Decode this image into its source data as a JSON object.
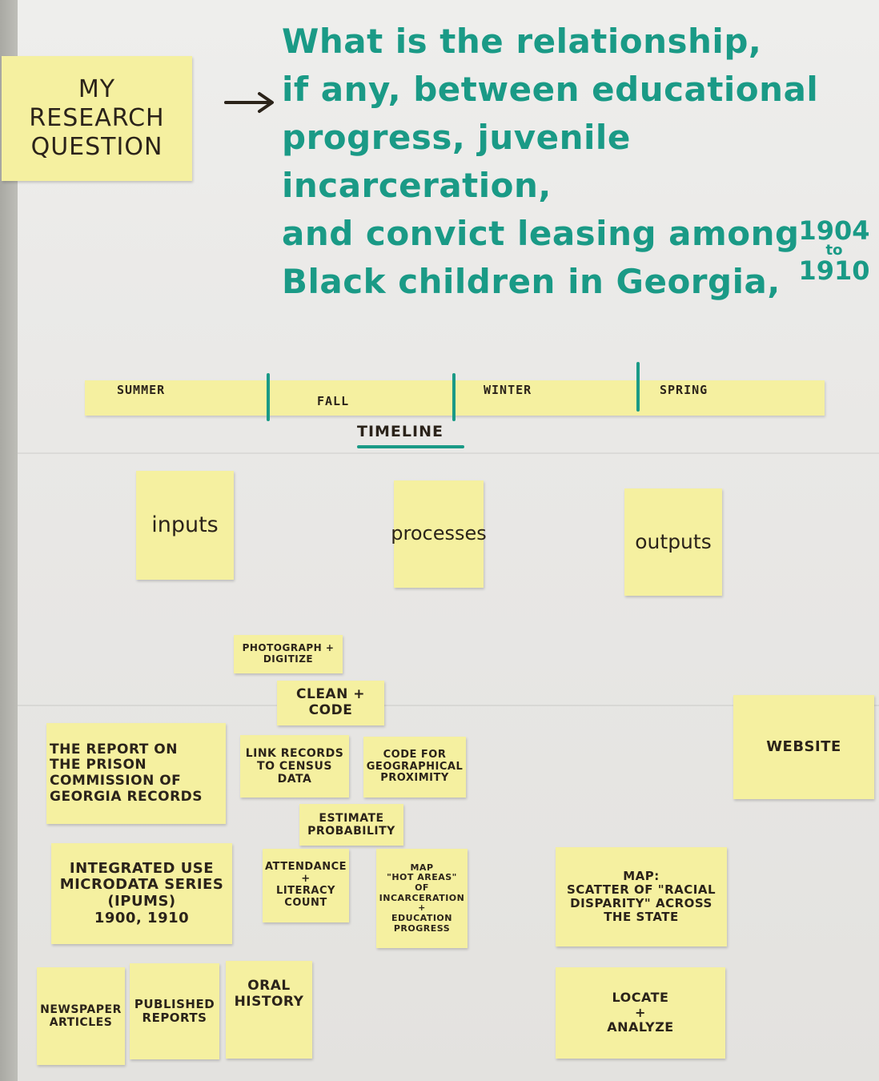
{
  "question_label": "MY\nRESEARCH\nQUESTION",
  "question_text": "What is the relationship,\nif any, between educational\nprogress, juvenile incarceration,\nand convict leasing among\nBlack children in Georgia,",
  "years": {
    "start": "1904",
    "connector": "to",
    "end": "1910"
  },
  "timeline": {
    "label": "TIMELINE",
    "seasons": [
      "SUMMER",
      "FALL",
      "WINTER",
      "SPRING"
    ]
  },
  "columns": {
    "inputs": "inputs",
    "processes": "processes",
    "outputs": "outputs"
  },
  "inputs": [
    "THE REPORT ON\nTHE PRISON\nCOMMISSION OF\nGEORGIA RECORDS",
    "INTEGRATED USE\nMICRODATA SERIES\n(IPUMS)\n1900, 1910",
    "NEWSPAPER\nARTICLES",
    "PUBLISHED\nREPORTS",
    "ORAL\nHISTORY"
  ],
  "processes": [
    "PHOTOGRAPH +\nDIGITIZE",
    "CLEAN +\nCODE",
    "LINK RECORDS\nTO CENSUS\nDATA",
    "CODE FOR\nGEOGRAPHICAL\nPROXIMITY",
    "ESTIMATE\nPROBABILITY",
    "ATTENDANCE\n+\nLITERACY\nCOUNT",
    "MAP\n\"HOT AREAS\"\nOF\nINCARCERATION\n+\nEDUCATION PROGRESS"
  ],
  "outputs": [
    "WEBSITE",
    "MAP:\nSCATTER OF \"RACIAL\nDISPARITY\" ACROSS\nTHE STATE",
    "LOCATE\n+\nANALYZE"
  ]
}
